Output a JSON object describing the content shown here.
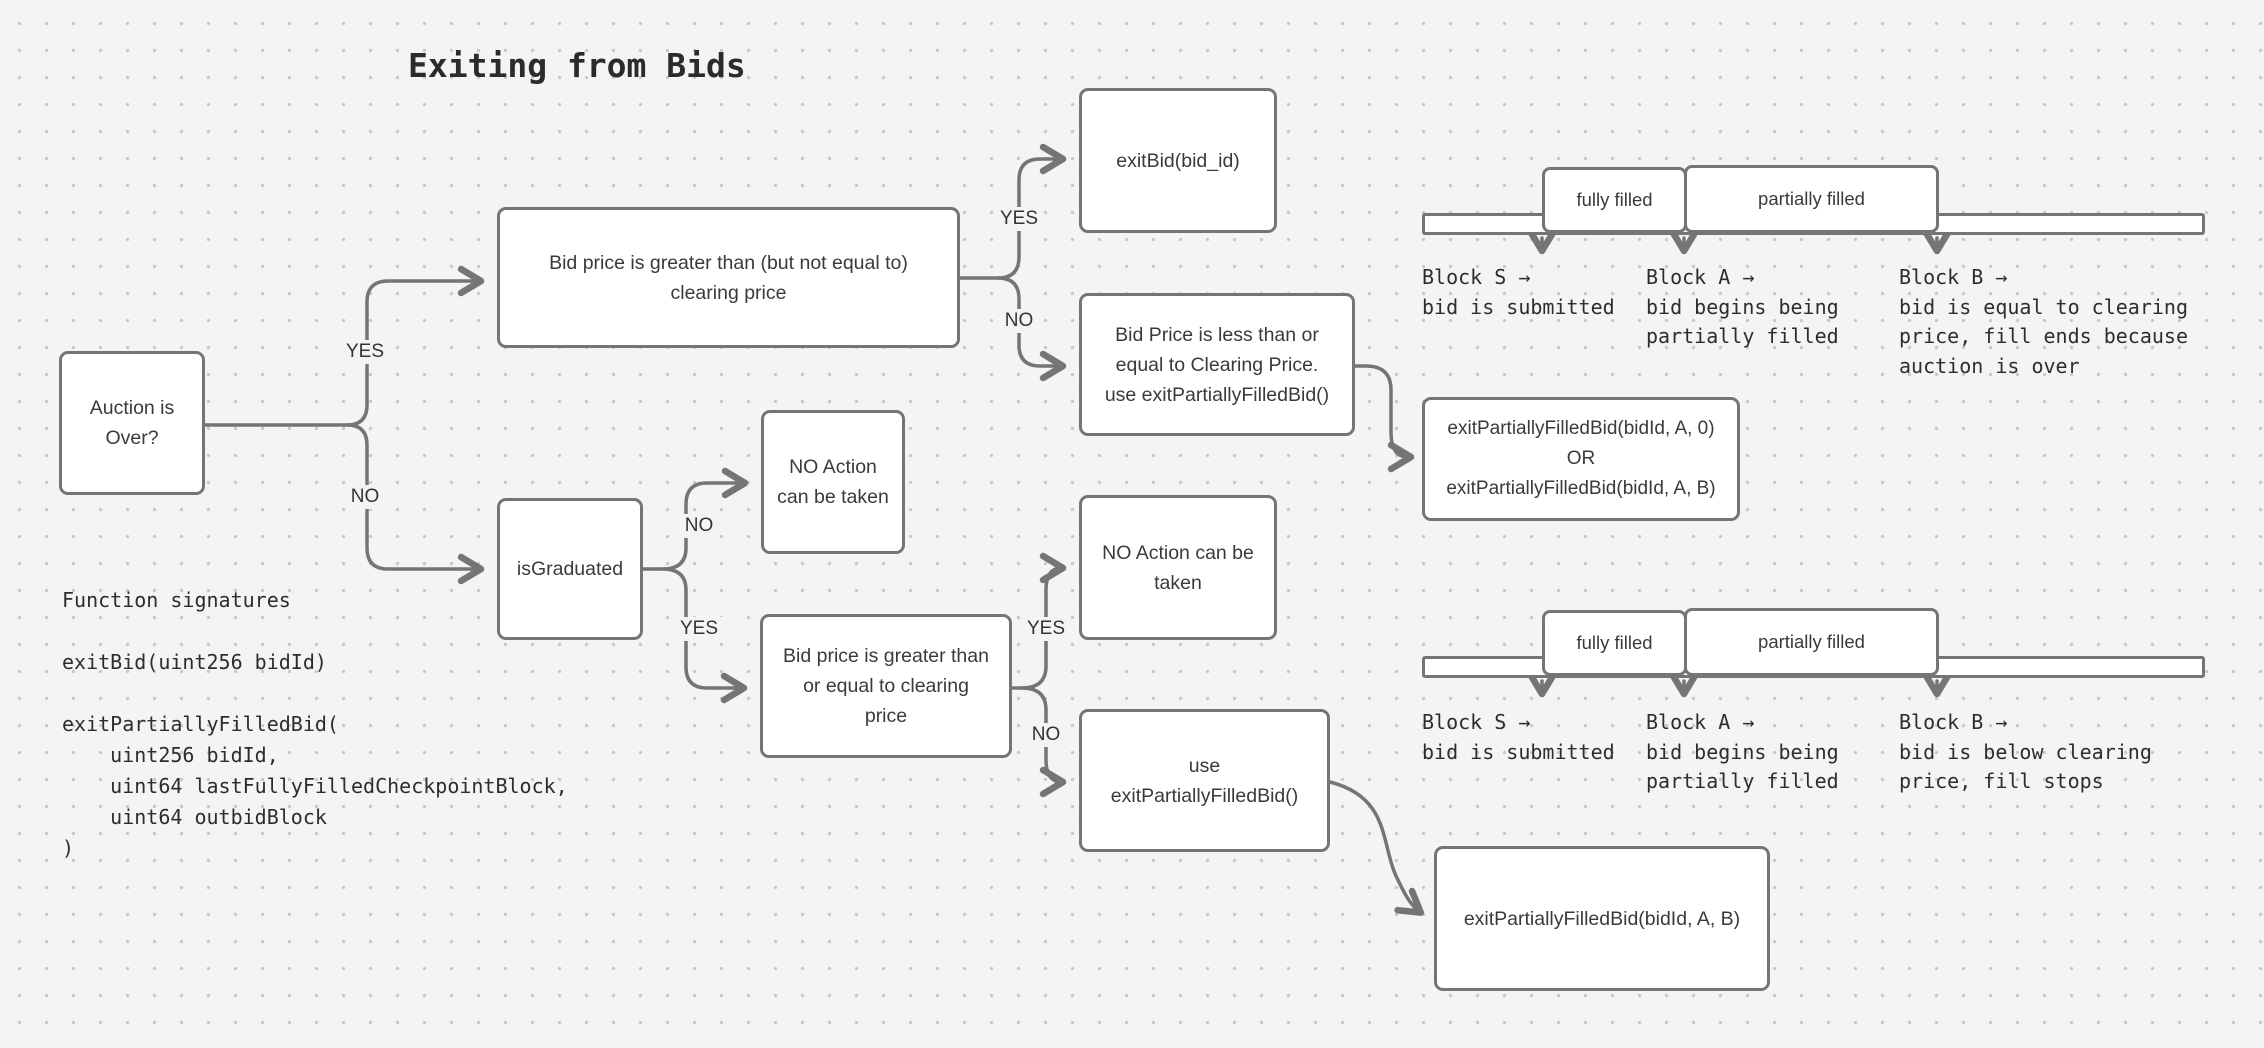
{
  "title": "Exiting from Bids",
  "colors": {
    "stroke": "#757575",
    "canvas": "#f4f4f2",
    "node_fill": "#ffffff",
    "node_text": "#3a3a3a"
  },
  "nodes": {
    "auction": "Auction is\nOver?",
    "bid_gt": "Bid price is greater than (but not equal to)\nclearing price",
    "exit_bid": "exitBid(bid_id)",
    "bid_le": "Bid Price is less than or\nequal to Clearing Price.\nuse exitPartiallyFilledBid()",
    "or_box": "exitPartiallyFilledBid(bidId, A, 0)\nOR\nexitPartiallyFilledBid(bidId, A, B)",
    "is_graduated": "isGraduated",
    "no_action_top": "NO Action\ncan be taken",
    "bid_ge": "Bid price is greater than\nor equal to clearing\nprice",
    "no_action_right": "NO Action can be\ntaken",
    "use_exit": "use\nexitPartiallyFilledBid()",
    "exit_b": "exitPartiallyFilledBid(bidId, A, B)"
  },
  "labels": {
    "auction_yes": "YES",
    "auction_no": "NO",
    "gt_yes": "YES",
    "gt_no": "NO",
    "grad_no": "NO",
    "grad_yes": "YES",
    "ge_yes": "YES",
    "ge_no": "NO"
  },
  "timelines": {
    "top": {
      "fully": "fully filled",
      "partially": "partially filled",
      "blocks": [
        "Block S →\nbid is submitted",
        "Block A →\nbid begins being\npartially filled",
        "Block B →\nbid is equal to clearing\nprice, fill ends because\nauction is over"
      ]
    },
    "bottom": {
      "fully": "fully filled",
      "partially": "partially filled",
      "blocks": [
        "Block S →\nbid is submitted",
        "Block A →\nbid begins being\npartially filled",
        "Block B →\nbid is below clearing\nprice, fill stops"
      ]
    }
  },
  "function_signatures": "Function signatures\n\nexitBid(uint256 bidId)\n\nexitPartiallyFilledBid(\n    uint256 bidId,\n    uint64 lastFullyFilledCheckpointBlock,\n    uint64 outbidBlock\n)"
}
